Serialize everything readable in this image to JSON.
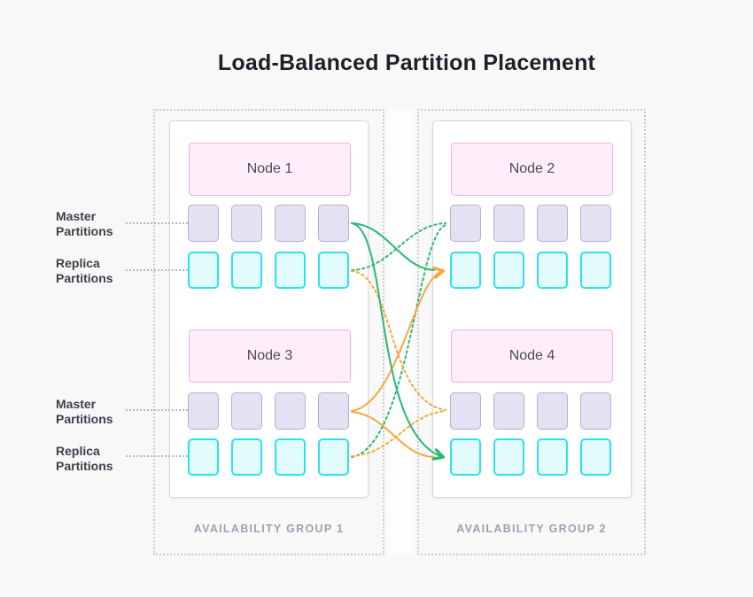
{
  "title": "Load-Balanced Partition Placement",
  "groups": [
    {
      "label": "AVAILABILITY GROUP 1",
      "nodes": [
        {
          "name": "Node 1"
        },
        {
          "name": "Node 3"
        }
      ]
    },
    {
      "label": "AVAILABILITY GROUP 2",
      "nodes": [
        {
          "name": "Node 2"
        },
        {
          "name": "Node 4"
        }
      ]
    }
  ],
  "row_labels": {
    "node1_master": "Master Partitions",
    "node1_replica": "Replica Partitions",
    "node3_master": "Master Partitions",
    "node3_replica": "Replica Partitions"
  },
  "partitions_per_row": 4,
  "edges": [
    {
      "from": "node1-master",
      "to": "node2-replica",
      "color": "green",
      "style": "solid",
      "arrowhead": false
    },
    {
      "from": "node1-master",
      "to": "node4-replica",
      "color": "green",
      "style": "solid",
      "arrowhead": true
    },
    {
      "from": "node3-master",
      "to": "node2-replica",
      "color": "orange",
      "style": "solid",
      "arrowhead": true
    },
    {
      "from": "node3-master",
      "to": "node4-replica",
      "color": "orange",
      "style": "solid",
      "arrowhead": false
    },
    {
      "from": "node1-replica",
      "to": "node2-master",
      "color": "green",
      "style": "dotted",
      "arrowhead": false
    },
    {
      "from": "node3-replica",
      "to": "node2-master",
      "color": "green",
      "style": "dotted",
      "arrowhead": false
    },
    {
      "from": "node1-replica",
      "to": "node4-master",
      "color": "orange",
      "style": "dotted",
      "arrowhead": false
    },
    {
      "from": "node3-replica",
      "to": "node4-master",
      "color": "orange",
      "style": "dotted",
      "arrowhead": false
    }
  ],
  "colors": {
    "background": "#f8f8f9",
    "title_text": "#1f1f29",
    "green_edge": "#2cb874",
    "orange_edge": "#f7a83a",
    "node_header_fill": "#fdeef9",
    "node_header_border": "#f6aee4",
    "master_fill": "#e4e1f2",
    "master_border": "#b5aeda",
    "replica_fill": "#e2fbfb",
    "replica_border": "#2ee1ee",
    "group_border": "#cbcbd4",
    "group_label_text": "#9fa0b4"
  }
}
